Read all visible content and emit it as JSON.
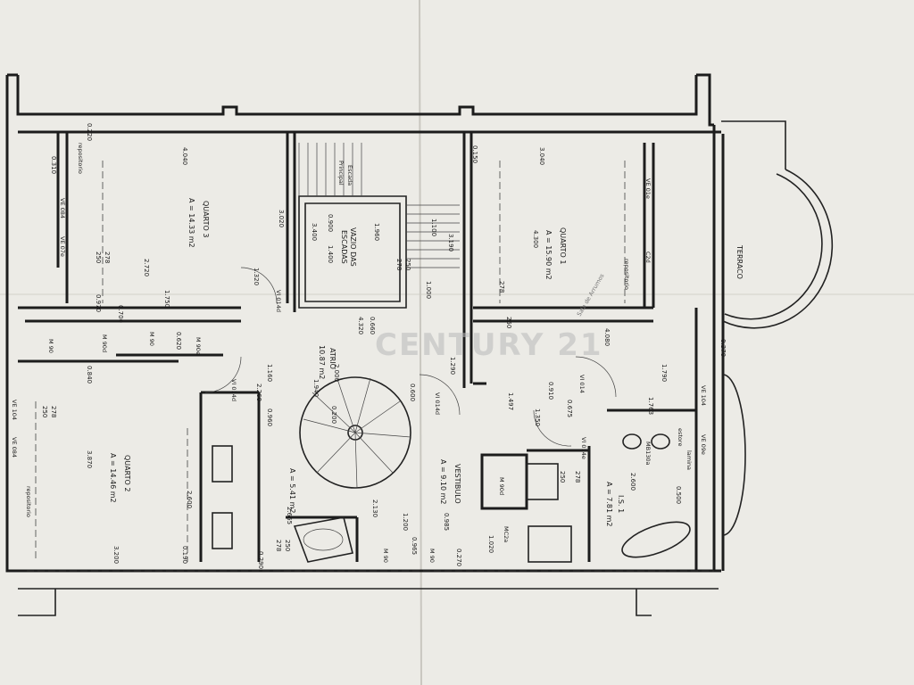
{
  "watermark": "CENTURY 21",
  "rooms": {
    "quarto3": {
      "name": "QUARTO 3",
      "area": "A = 14.33 m2"
    },
    "quarto1": {
      "name": "QUARTO 1",
      "area": "A = 15.90 m2"
    },
    "quarto2": {
      "name": "QUARTO 2",
      "area": "A = 14.46 m2"
    },
    "vazio": {
      "name": "VAZIO DAS",
      "name2": "ESCADAS"
    },
    "atrio": {
      "name": "ATRIO",
      "area": "10.87 m2"
    },
    "vestibulo": {
      "name": "VESTIBULO",
      "area": "A = 9.10 m2"
    },
    "is1": {
      "name": "I.S. 1",
      "area": "A = 7.81 m2"
    },
    "is2": {
      "area": "A = 5.41 m2"
    },
    "terraco": {
      "name": "TERRACO"
    },
    "escada": {
      "line1": "Escada",
      "line2": "Principal"
    }
  },
  "labels": {
    "repositorio": "repositorio",
    "m90": "M 90",
    "m90d": "M 90d",
    "m90e": "M 90e",
    "mc2a": "MC2a",
    "mb130a": "MB130a",
    "vi014": "VI 014",
    "vi014d": "VI 014d",
    "vi014e": "VI 014e",
    "ve104": "VE 104",
    "ve084": "VE 084",
    "ve07e": "VE 07e",
    "ve01e": "VE 01e",
    "ve09e": "VE 09e",
    "c2d": "C2d",
    "tag278": "278",
    "tag250": "250",
    "lamina": "lamina",
    "estore": "estore"
  },
  "dims": {
    "d4040": "4.040",
    "d3020": "3.020",
    "d2720": "2.720",
    "d1750": "1.750",
    "d0970": "0.970",
    "d0700": "0.700",
    "d1320": "1.320",
    "d0620": "0.620",
    "d0840": "0.840",
    "d3870": "3.870",
    "d2600": "2.600",
    "d3200": "3.200",
    "d2260": "2.260",
    "d0960": "0.960",
    "d1160": "1.160",
    "d2000": "2.000",
    "d1940": "1.940",
    "d2665": "2.665",
    "d0290": "0.290",
    "d3040": "3.040",
    "d4300": "4.300",
    "d1000": "1.000",
    "d3190": "3.190",
    "d1100": "1.100",
    "d1790": "1.790",
    "d4080": "4.080",
    "d1497": "1.497",
    "d1350": "1.350",
    "d0910": "0.910",
    "d0675": "0.675",
    "d1763": "1.763",
    "d0500": "0.500",
    "d1020": "1.020",
    "d0965": "0.965",
    "d0270": "0.270",
    "d0220": "0.220",
    "d0310": "0.310",
    "d0370": "0.370",
    "d0150": "0.150",
    "d0190": "0.190",
    "d1400": "1.400",
    "d3400": "3.400",
    "d1960": "1.960",
    "d0900": "0.900",
    "d2130": "2.130",
    "d1200": "1.200",
    "d0985": "0.985",
    "d0200": "0.200",
    "d4320": "4.320",
    "d0660": "0.660",
    "d1290": "1.290",
    "d0600": "0.600"
  },
  "annotation": "Sala de Arrumos"
}
